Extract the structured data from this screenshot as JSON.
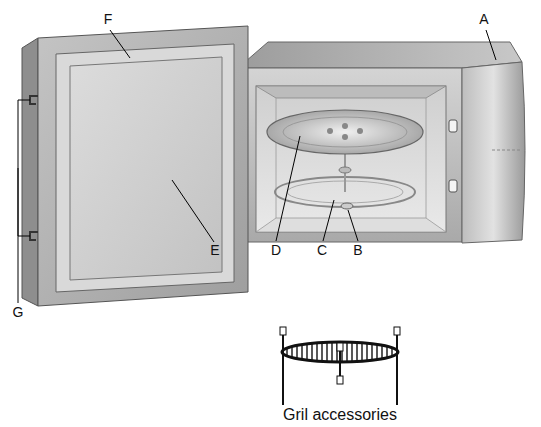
{
  "diagram": {
    "labels": [
      "A",
      "B",
      "C",
      "D",
      "E",
      "F",
      "G",
      "Gril accessories"
    ]
  }
}
